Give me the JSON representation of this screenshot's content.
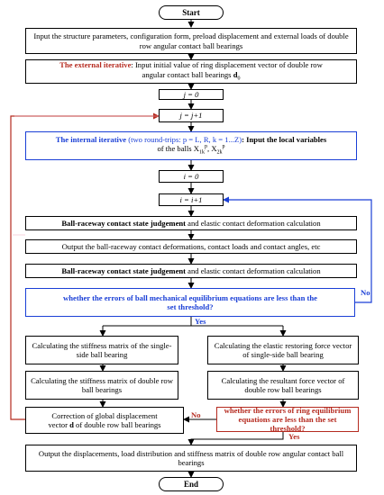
{
  "start": "Start",
  "end": "End",
  "input_params": "Input the structure parameters, configuration form, preload displacement and external loads of double row angular contact ball bearings",
  "external": {
    "label": "The external iterative",
    "text1": ": Input initial value of ring displacement vector of double row",
    "text2": "angular contact ball bearings",
    "symbol": "d",
    "symbol_sub": "0"
  },
  "j_init": "j = 0",
  "j_incr": "j = j+1",
  "internal": {
    "label": "The internal iterative",
    "loop_desc": " (two round-trips:  p = L, R,  k = 1...Z)",
    "text": ": Input the local variables",
    "text2": "of the balls  X",
    "sub1": "1k",
    "sup1": "p",
    "sep": ",  X",
    "sub2": "2k",
    "sup2": "p"
  },
  "i_init": "i = 0",
  "i_incr": "i = i+1",
  "contact1_bold": "Ball-raceway contact state judgement",
  "contact1_rest": " and elastic contact deformation calculation",
  "output_contact": "Output the ball-raceway contact deformations, contact loads and contact angles, etc",
  "contact2_bold": "Ball-raceway contact state judgement",
  "contact2_rest": " and elastic contact deformation calculation",
  "ball_check": "whether the errors of ball mechanical equilibrium equations are less than the set threshold?",
  "yes1": "Yes",
  "no1": "No",
  "stiff_single": "Calculating the stiffness matrix of the single-side ball bearing",
  "stiff_double": "Calculating the stiffness matrix of double row ball bearings",
  "force_single": "Calculating the elastic restoring force vector of single-side ball bearing",
  "force_double": "Calculating the resultant force vector of double row ball bearings",
  "correction1": "Correction of global displacement",
  "correction2a": "vector ",
  "correction2_sym": "d",
  "correction2b": " of double row ball bearings",
  "ring_check": "whether the errors of ring equilibrium equations are less than the set threshold?",
  "no2": "No",
  "yes2": "Yes",
  "output_final": "Output the displacements, load distribution and stiffness matrix of double row angular contact ball bearings",
  "colors": {
    "blue": "#1a3fd6",
    "red": "#b52a1f"
  }
}
